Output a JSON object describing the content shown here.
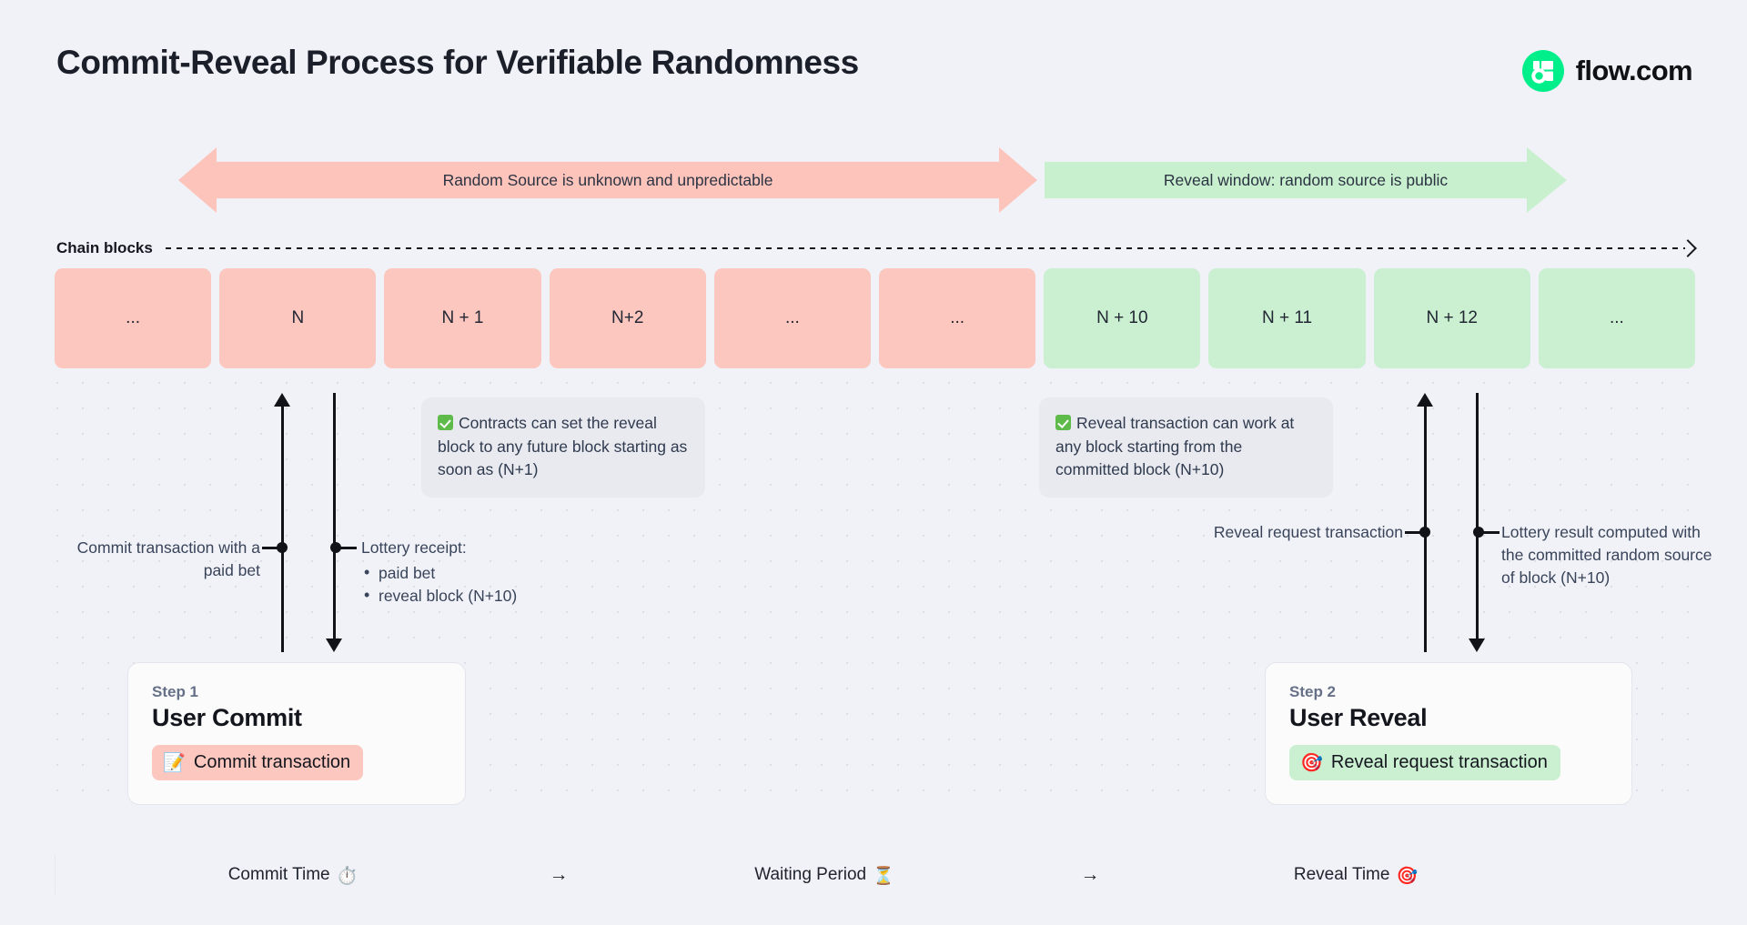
{
  "header": {
    "title": "Commit-Reveal Process for Verifiable Randomness",
    "brand_name": "flow.com",
    "brand_color": "#00ef8b"
  },
  "phases": [
    {
      "id": "unknown-phase",
      "label": "Random Source is unknown and unpredictable",
      "color": "#fcc4bb",
      "direction": "double"
    },
    {
      "id": "reveal-phase",
      "label": "Reveal window: random source is public",
      "color": "#c8f0cf",
      "direction": "right"
    }
  ],
  "chain": {
    "rail_label": "Chain blocks",
    "blocks": [
      {
        "label": "...",
        "state": "pending"
      },
      {
        "label": "N",
        "state": "pending"
      },
      {
        "label": "N + 1",
        "state": "pending"
      },
      {
        "label": "N+2",
        "state": "pending"
      },
      {
        "label": "...",
        "state": "pending"
      },
      {
        "label": "...",
        "state": "pending"
      },
      {
        "label": "N + 10",
        "state": "revealed"
      },
      {
        "label": "N + 11",
        "state": "revealed"
      },
      {
        "label": "N + 12",
        "state": "revealed"
      },
      {
        "label": "...",
        "state": "revealed"
      }
    ],
    "pending_color": "#fcc7bf",
    "revealed_color": "#caf0d1"
  },
  "callouts": [
    {
      "id": "commit-callout",
      "text": "Contracts can set the reveal block to any future block starting as soon as (N+1)"
    },
    {
      "id": "reveal-callout",
      "text": "Reveal transaction can work at any block starting from the committed block (N+10)"
    }
  ],
  "annotations": {
    "commit_tx": "Commit transaction with a paid bet",
    "lottery_receipt_title": "Lottery receipt:",
    "lottery_receipt_items": [
      "paid bet",
      "reveal block (N+10)"
    ],
    "reveal_request": "Reveal request transaction",
    "lottery_result": "Lottery result computed with the committed random source of block (N+10)"
  },
  "steps": [
    {
      "id": "step-1",
      "step_label": "Step 1",
      "title": "User Commit",
      "pill_label": "Commit transaction",
      "pill_icon": "memo-icon",
      "pill_emoji": "📝",
      "pill_color": "#fcc7bf"
    },
    {
      "id": "step-2",
      "step_label": "Step 2",
      "title": "User Reveal",
      "pill_label": "Reveal request transaction",
      "pill_icon": "target-icon",
      "pill_emoji": "🎯",
      "pill_color": "#caf0d1"
    }
  ],
  "timeline": {
    "items": [
      {
        "label": "Commit Time",
        "icon": "stopwatch-icon",
        "emoji": "⏱️"
      },
      {
        "label": "Waiting Period",
        "icon": "hourglass-icon",
        "emoji": "⏳"
      },
      {
        "label": "Reveal Time",
        "icon": "target-icon",
        "emoji": "🎯"
      }
    ],
    "separator": "→"
  }
}
